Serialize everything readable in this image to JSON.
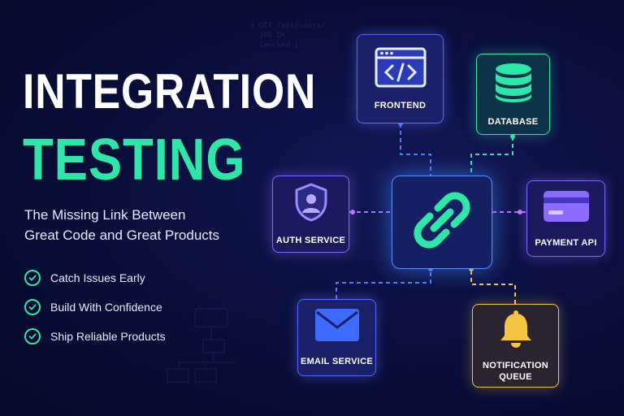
{
  "hero": {
    "title_line1": "INTEGRATION",
    "title_line2": "TESTING",
    "subtitle_line1": "The Missing Link Between",
    "subtitle_line2": "Great Code and Great Products"
  },
  "benefits": [
    {
      "label": "Catch Issues Early"
    },
    {
      "label": "Build With Confidence"
    },
    {
      "label": "Ship Reliable Products"
    }
  ],
  "nodes": {
    "frontend": {
      "label": "FRONTEND",
      "icon": "code-window-icon"
    },
    "database": {
      "label": "DATABASE",
      "icon": "database-icon"
    },
    "auth": {
      "label": "AUTH SERVICE",
      "icon": "shield-user-icon"
    },
    "payment": {
      "label": "PAYMENT API",
      "icon": "credit-card-icon"
    },
    "email": {
      "label": "EMAIL SERVICE",
      "icon": "envelope-icon"
    },
    "notification": {
      "label": "NOTIFICATION QUEUE",
      "line1": "NOTIFICATION",
      "line2": "QUEUE",
      "icon": "bell-icon"
    },
    "hub": {
      "icon": "chain-link-icon"
    }
  },
  "background_code": {
    "line1": "{ GET /api/users/",
    "line2": "  200 OK",
    "line3": "  [mocked ]"
  },
  "colors": {
    "accent_green": "#2ee6a8",
    "accent_blue": "#5567ff",
    "accent_purple": "#7a6bff",
    "accent_yellow": "#f5c542",
    "background": "#0a0f3d"
  }
}
